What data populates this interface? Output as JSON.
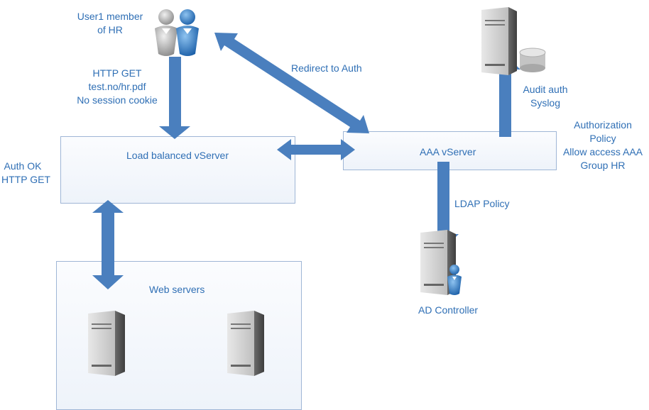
{
  "nodes": {
    "user": {
      "label_lines": [
        "User1 member",
        "of HR"
      ],
      "icon": "users-icon"
    },
    "lb_vserver": {
      "label": "Load balanced vServer"
    },
    "aaa_vserver": {
      "label": "AAA vServer"
    },
    "web_servers": {
      "label": "Web servers",
      "icon": "server-icon"
    },
    "ad_controller": {
      "label": "AD Controller",
      "icon": "server-user-icon"
    },
    "syslog_server": {
      "icon": "server-database-icon"
    }
  },
  "edges": {
    "user_to_lb": {
      "lines": [
        "HTTP GET",
        "test.no/hr.pdf",
        "No session cookie"
      ]
    },
    "user_aaa": {
      "label": "Redirect to Auth"
    },
    "lb_to_web": {
      "lines": [
        "Auth OK",
        "HTTP GET"
      ]
    },
    "aaa_to_syslog": {
      "lines": [
        "Audit auth",
        "Syslog"
      ]
    },
    "aaa_to_ad": {
      "label": "LDAP Policy"
    },
    "aaa_policy": {
      "lines": [
        "Authorization",
        "Policy",
        "Allow access AAA",
        "Group HR"
      ]
    }
  },
  "colors": {
    "arrow": "#4a7fbe",
    "text": "#2f6fb5",
    "box_border": "#9fb6d6"
  }
}
